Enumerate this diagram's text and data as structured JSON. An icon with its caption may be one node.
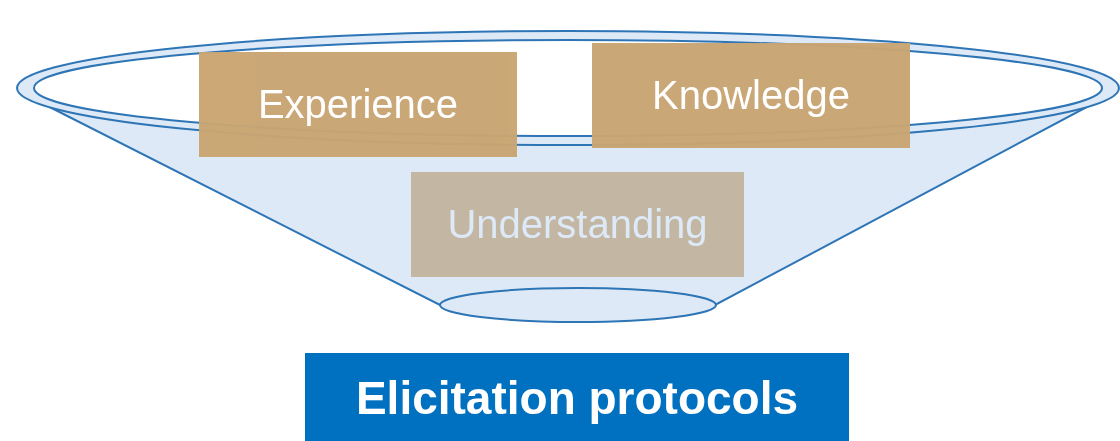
{
  "diagram": {
    "nodes": [
      {
        "text": [],
        "shape": "funnel"
      },
      {
        "text": [
          "Experience"
        ]
      },
      {
        "text": [
          "Knowledge"
        ]
      },
      {
        "text": [
          "Understanding"
        ],
        "in": 0
      },
      {
        "text": [
          "Elicitation protocols"
        ]
      }
    ]
  }
}
